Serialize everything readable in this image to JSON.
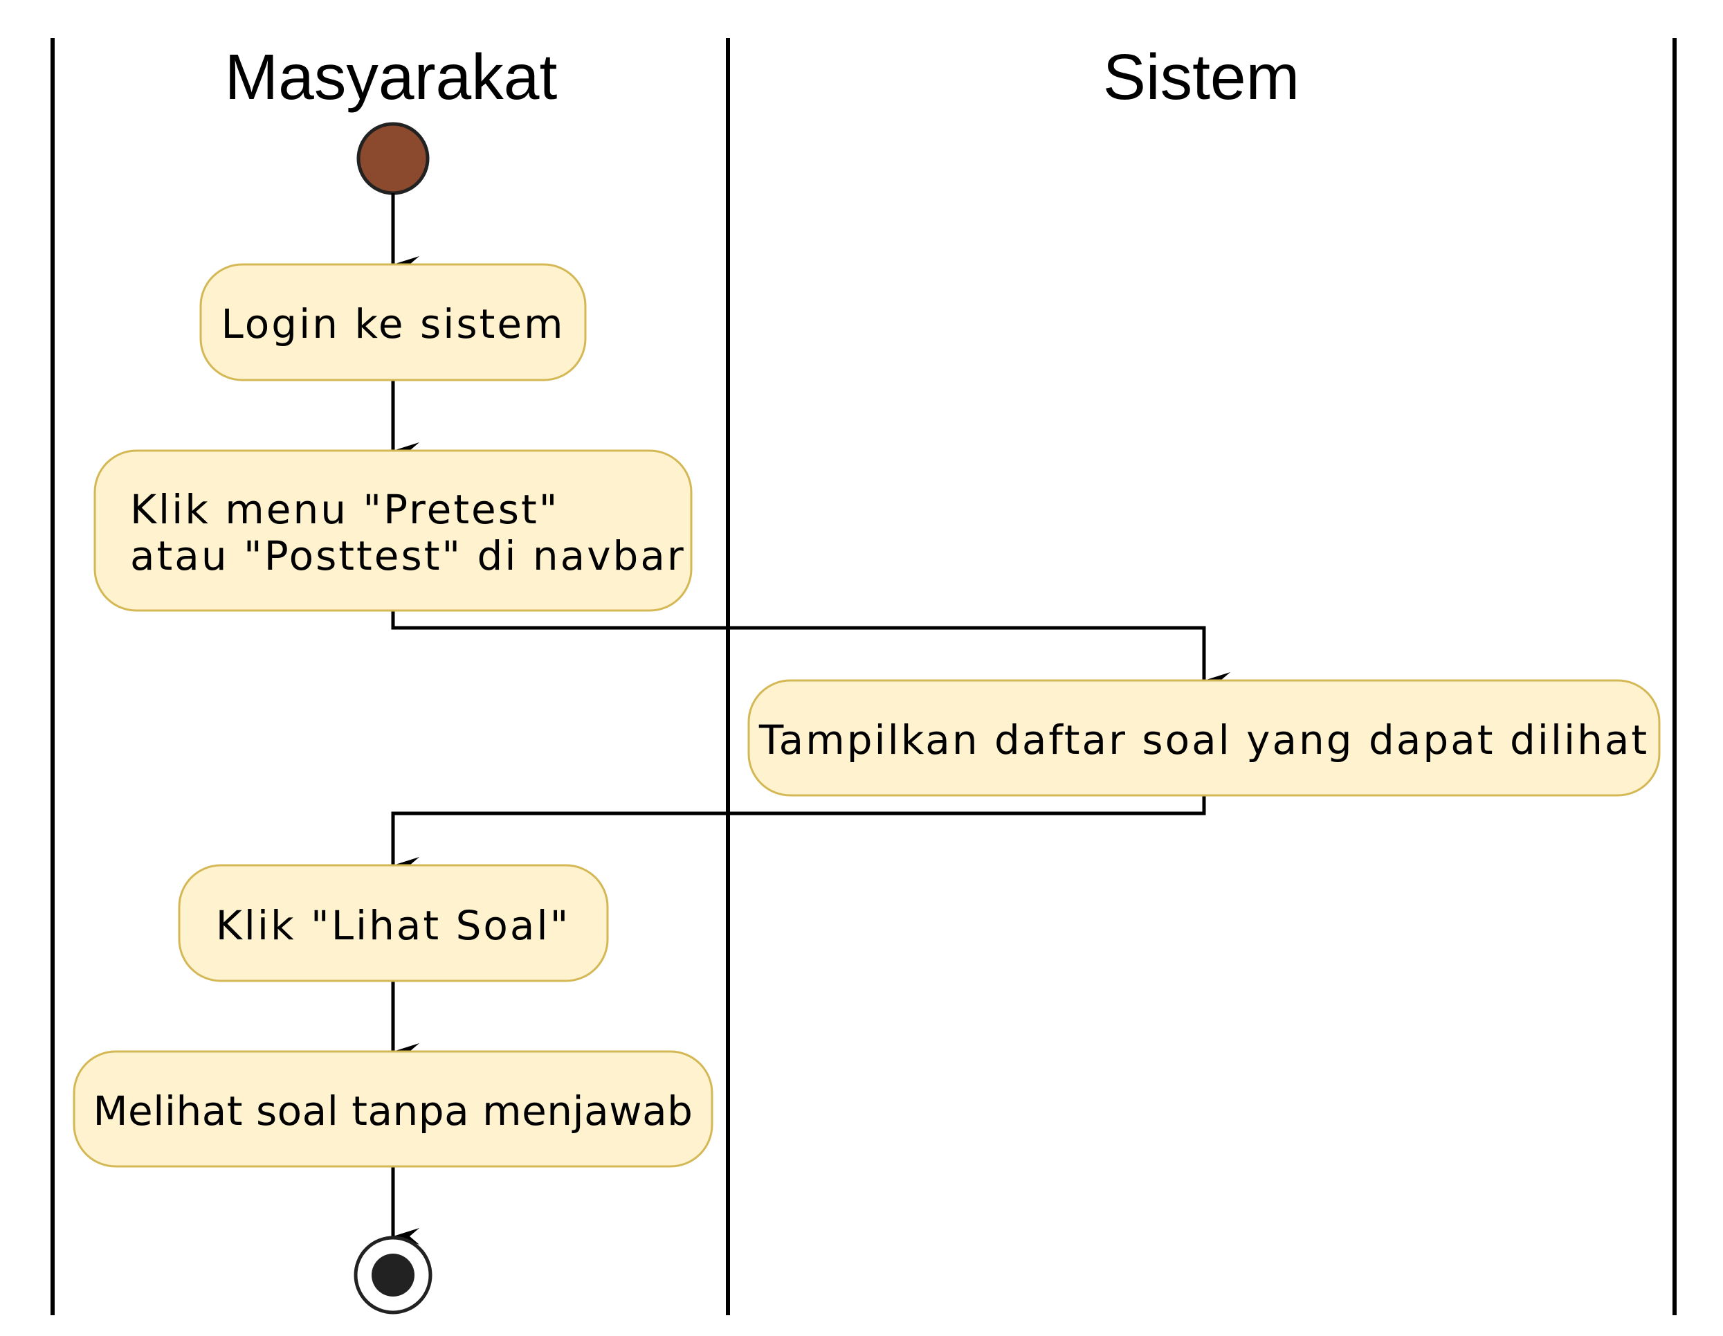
{
  "swimlanes": [
    {
      "id": "masyarakat",
      "title": "Masyarakat"
    },
    {
      "id": "sistem",
      "title": "Sistem"
    }
  ],
  "activities": [
    {
      "id": "login",
      "lane": "masyarakat",
      "lines": [
        "Login ke sistem"
      ]
    },
    {
      "id": "klik-menu",
      "lane": "masyarakat",
      "lines": [
        "Klik menu \"Pretest\"",
        "atau \"Posttest\" di navbar"
      ]
    },
    {
      "id": "tampilkan",
      "lane": "sistem",
      "lines": [
        "Tampilkan daftar soal yang dapat dilihat"
      ]
    },
    {
      "id": "klik-lihat",
      "lane": "masyarakat",
      "lines": [
        "Klik \"Lihat Soal\""
      ]
    },
    {
      "id": "melihat",
      "lane": "masyarakat",
      "lines": [
        "Melihat soal tanpa menjawab"
      ]
    }
  ],
  "colors": {
    "activity_fill": "#FEF2CF",
    "activity_border": "#D4B855",
    "start_fill": "#8B4A2D",
    "node_border": "#222222",
    "end_fill": "#222222",
    "line": "#000000"
  }
}
